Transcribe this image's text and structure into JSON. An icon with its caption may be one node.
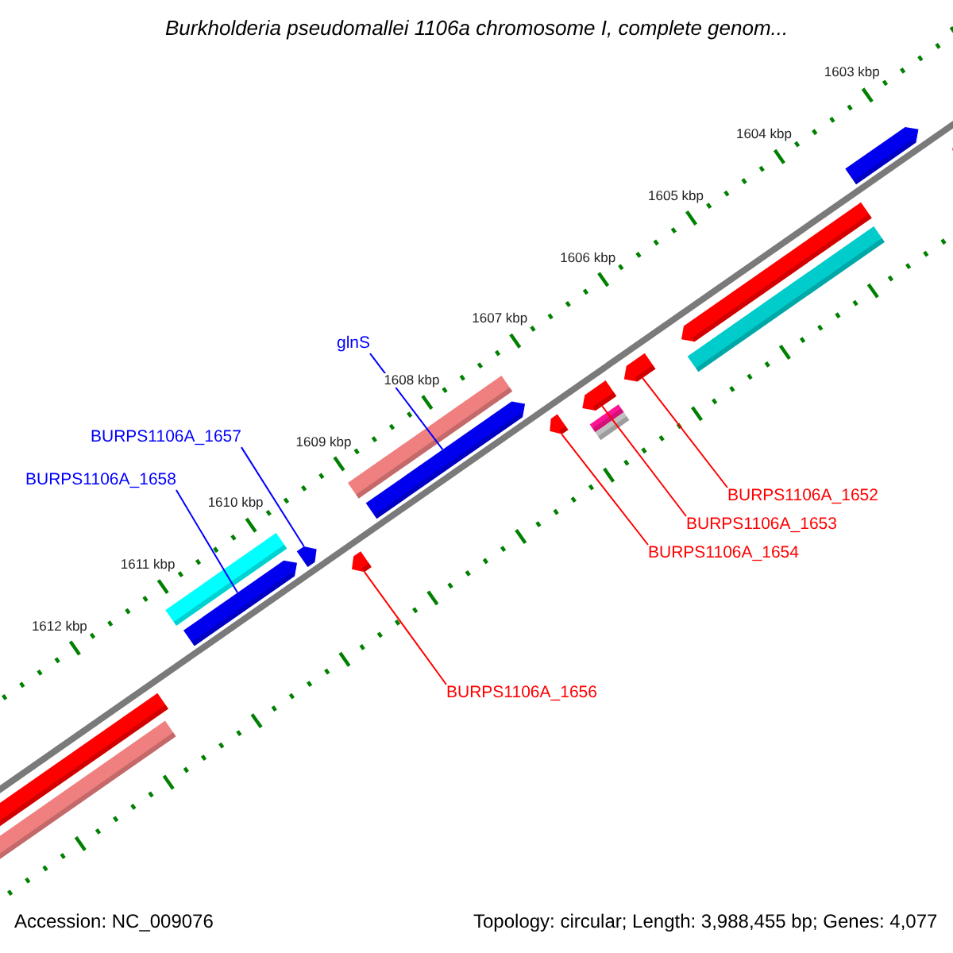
{
  "diagram": {
    "title": "Burkholderia pseudomallei 1106a chromosome I, complete genom...",
    "nodes": [
      {
        "text": [
          "glnS"
        ]
      },
      {
        "text": [
          "BURPS1106A_1657"
        ]
      },
      {
        "text": [
          "BURPS1106A_1658"
        ]
      },
      {
        "text": [
          "BURPS1106A_1652"
        ]
      },
      {
        "text": [
          "BURPS1106A_1653"
        ]
      },
      {
        "text": [
          "BURPS1106A_1654"
        ]
      },
      {
        "text": [
          "BURPS1106A_1656"
        ]
      },
      {
        "text": [],
        "shape": "bar"
      },
      {
        "text": [],
        "shape": "bar"
      },
      {
        "text": [],
        "shape": "bar"
      },
      {
        "text": [],
        "shape": "bar"
      },
      {
        "text": [],
        "shape": "bar"
      },
      {
        "text": [],
        "shape": "bar"
      },
      {
        "text": [],
        "shape": "bar"
      }
    ],
    "edges": [
      {
        "from": 0,
        "to": 10,
        "arrow": "none",
        "color": "#0000ff"
      },
      {
        "from": 1,
        "to": 8,
        "arrow": "none",
        "color": "#0000ff"
      },
      {
        "from": 2,
        "to": 7,
        "arrow": "none",
        "color": "#0000ff"
      },
      {
        "from": 3,
        "to": 13,
        "arrow": "none"
      },
      {
        "from": 4,
        "to": 12,
        "arrow": "none"
      },
      {
        "from": 5,
        "to": 11,
        "arrow": "none"
      },
      {
        "from": 6,
        "to": 9,
        "arrow": "none"
      }
    ],
    "labels": [
      "1603 kbp",
      "1604 kbp",
      "1605 kbp",
      "1606 kbp",
      "1607 kbp",
      "1608 kbp",
      "1609 kbp",
      "1610 kbp",
      "1611 kbp",
      "1612 kbp",
      "Accession: NC_009076",
      "Topology: circular; Length: 3,988,455 bp; Genes: 4,077"
    ]
  }
}
